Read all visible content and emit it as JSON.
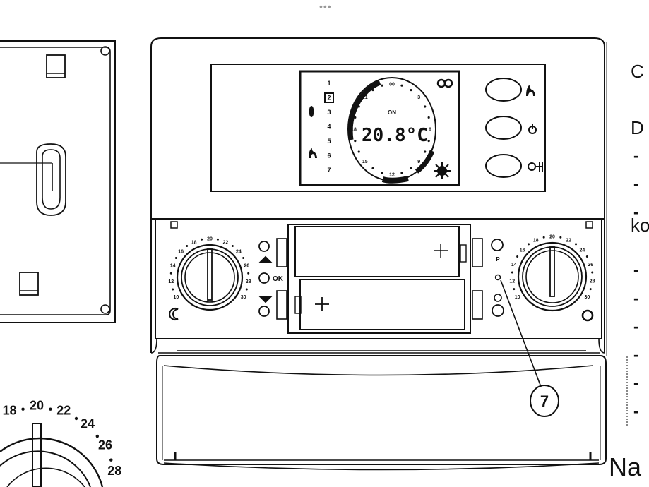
{
  "top_handle": "•••",
  "display": {
    "temperature": "20.8°C",
    "day_numbers": [
      "1",
      "2",
      "3",
      "4",
      "5",
      "6",
      "7"
    ],
    "selected_day": "2",
    "clock_center_label": "ON",
    "clock_hour_labels": [
      "00",
      "3",
      "6",
      "9",
      "12",
      "15",
      "18",
      "21"
    ]
  },
  "right_buttons": [
    {
      "icon": "flame-icon"
    },
    {
      "icon": "power-icon"
    },
    {
      "icon": "clock-key-icon"
    }
  ],
  "left_controls": {
    "ok_label": "OK",
    "dial_labels": [
      "10",
      "12",
      "14",
      "16",
      "18",
      "20",
      "22",
      "24",
      "26",
      "28",
      "30"
    ]
  },
  "right_controls": {
    "p_label": "P"
  },
  "callout": {
    "number": "7"
  },
  "enlarged_dial": {
    "labels": [
      "18",
      "20",
      "22",
      "24",
      "26",
      "28"
    ]
  },
  "side_text": {
    "heading_c": "C",
    "heading_d": "D",
    "dash": "-",
    "ko": "ko",
    "bottom": "Na"
  }
}
